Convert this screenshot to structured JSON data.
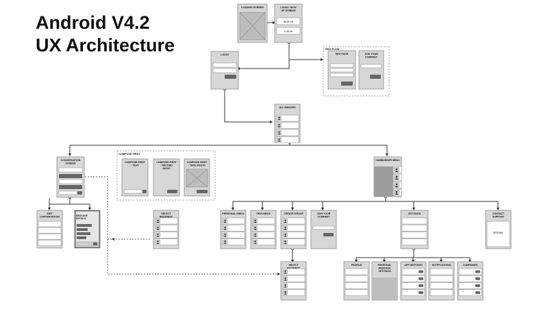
{
  "title": {
    "line1": "Android V4.2",
    "line2": "UX Architecture"
  },
  "group_labels": {
    "reg_flow": "REG FLOW",
    "compose_first": "COMPOSE FIRST"
  },
  "screens": {
    "loading": {
      "title": "LOADING SCREEN"
    },
    "login_signup": {
      "title": "LOGIN / SIGN UP SCREEN",
      "sign_up": "SIGN UP",
      "log_in": "LOG IN"
    },
    "login": {
      "title": "LOGIN"
    },
    "reg_page": {
      "title": "REG PAGE"
    },
    "join_company_reg": {
      "title": "JOIN YOUR COMPANY"
    },
    "all_inboxes": {
      "title": "ALL INBOXES"
    },
    "conversation": {
      "title": "CONVERSATION SCREEN"
    },
    "compose_text": {
      "title": "COMPOSE FIRST - TEXT"
    },
    "compose_audio": {
      "title": "COMPOSE FIRST - RECORD AUDIO"
    },
    "compose_photo": {
      "title": "COMPOSE FIRST - TAKE PHOTO"
    },
    "hamburger": {
      "title": "HAMBURGER MENU"
    },
    "edit_conversation": {
      "title": "EDIT CONVERSATION"
    },
    "message_details": {
      "title": "MESSAGE DETAILS"
    },
    "select_recipient_1": {
      "title": "SELECT RECIPIENT"
    },
    "personal_inbox": {
      "title": "PERSONAL INBOX"
    },
    "org_inbox": {
      "title": "ORG INBOX"
    },
    "create_group": {
      "title": "CREATE GROUP"
    },
    "join_company": {
      "title": "JOIN YOUR COMPANY"
    },
    "settings": {
      "title": "SETTINGS"
    },
    "contact_support": {
      "title": "CONTACT SUPPORT",
      "body": "OPTIONS"
    },
    "select_recipient_2": {
      "title": "SELECT RECIPIENT"
    },
    "profile": {
      "title": "PROFILE"
    },
    "personal_message_settings": {
      "title": "PERSONAL MESSAGE SETTINGS"
    },
    "app_settings": {
      "title": "APP SETTINGS"
    },
    "notifications": {
      "title": "NOTIFICATIONS"
    },
    "companies": {
      "title": "COMPANIES"
    }
  },
  "colors": {
    "frame": "#d7d7d7",
    "frame_border": "#8c8c8c",
    "row": "#ffffff",
    "dark_bar": "#666666",
    "line": "#333333",
    "dashed": "#555555",
    "title_text": "#111111"
  }
}
